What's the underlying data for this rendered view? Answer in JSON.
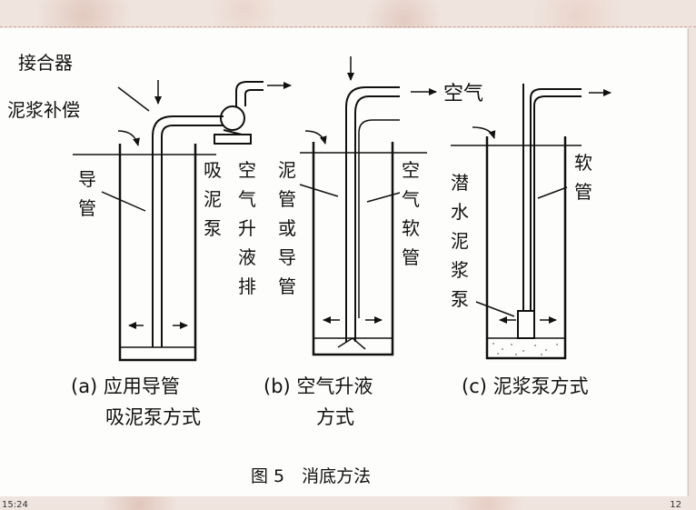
{
  "panel_a": {
    "label_joint": "接合器",
    "label_mud_makeup": "泥浆补偿",
    "label_guide_pipe": [
      "导",
      "管"
    ],
    "label_suction_pump": [
      "吸",
      "泥",
      "泵"
    ],
    "label_airlift_discharge": [
      "空",
      "气",
      "升",
      "液",
      "排"
    ],
    "caption_line1": "(a) 应用导管",
    "caption_line2": "吸泥泵方式"
  },
  "panel_b": {
    "label_air": "空气",
    "label_mud_pipe": [
      "泥",
      "管",
      "或",
      "导",
      "管"
    ],
    "label_air_hose": [
      "空",
      "气",
      "软",
      "管"
    ],
    "caption_line1": "(b) 空气升液",
    "caption_line2": "方式"
  },
  "panel_c": {
    "label_hose": [
      "软",
      "管"
    ],
    "label_submersible_pump": [
      "潜",
      "水",
      "泥",
      "浆",
      "泵"
    ],
    "caption_line1": "(c) 泥浆泵方式"
  },
  "figure_caption": "图 5　消底方法",
  "corner": {
    "left": "15:24",
    "right": "12"
  }
}
